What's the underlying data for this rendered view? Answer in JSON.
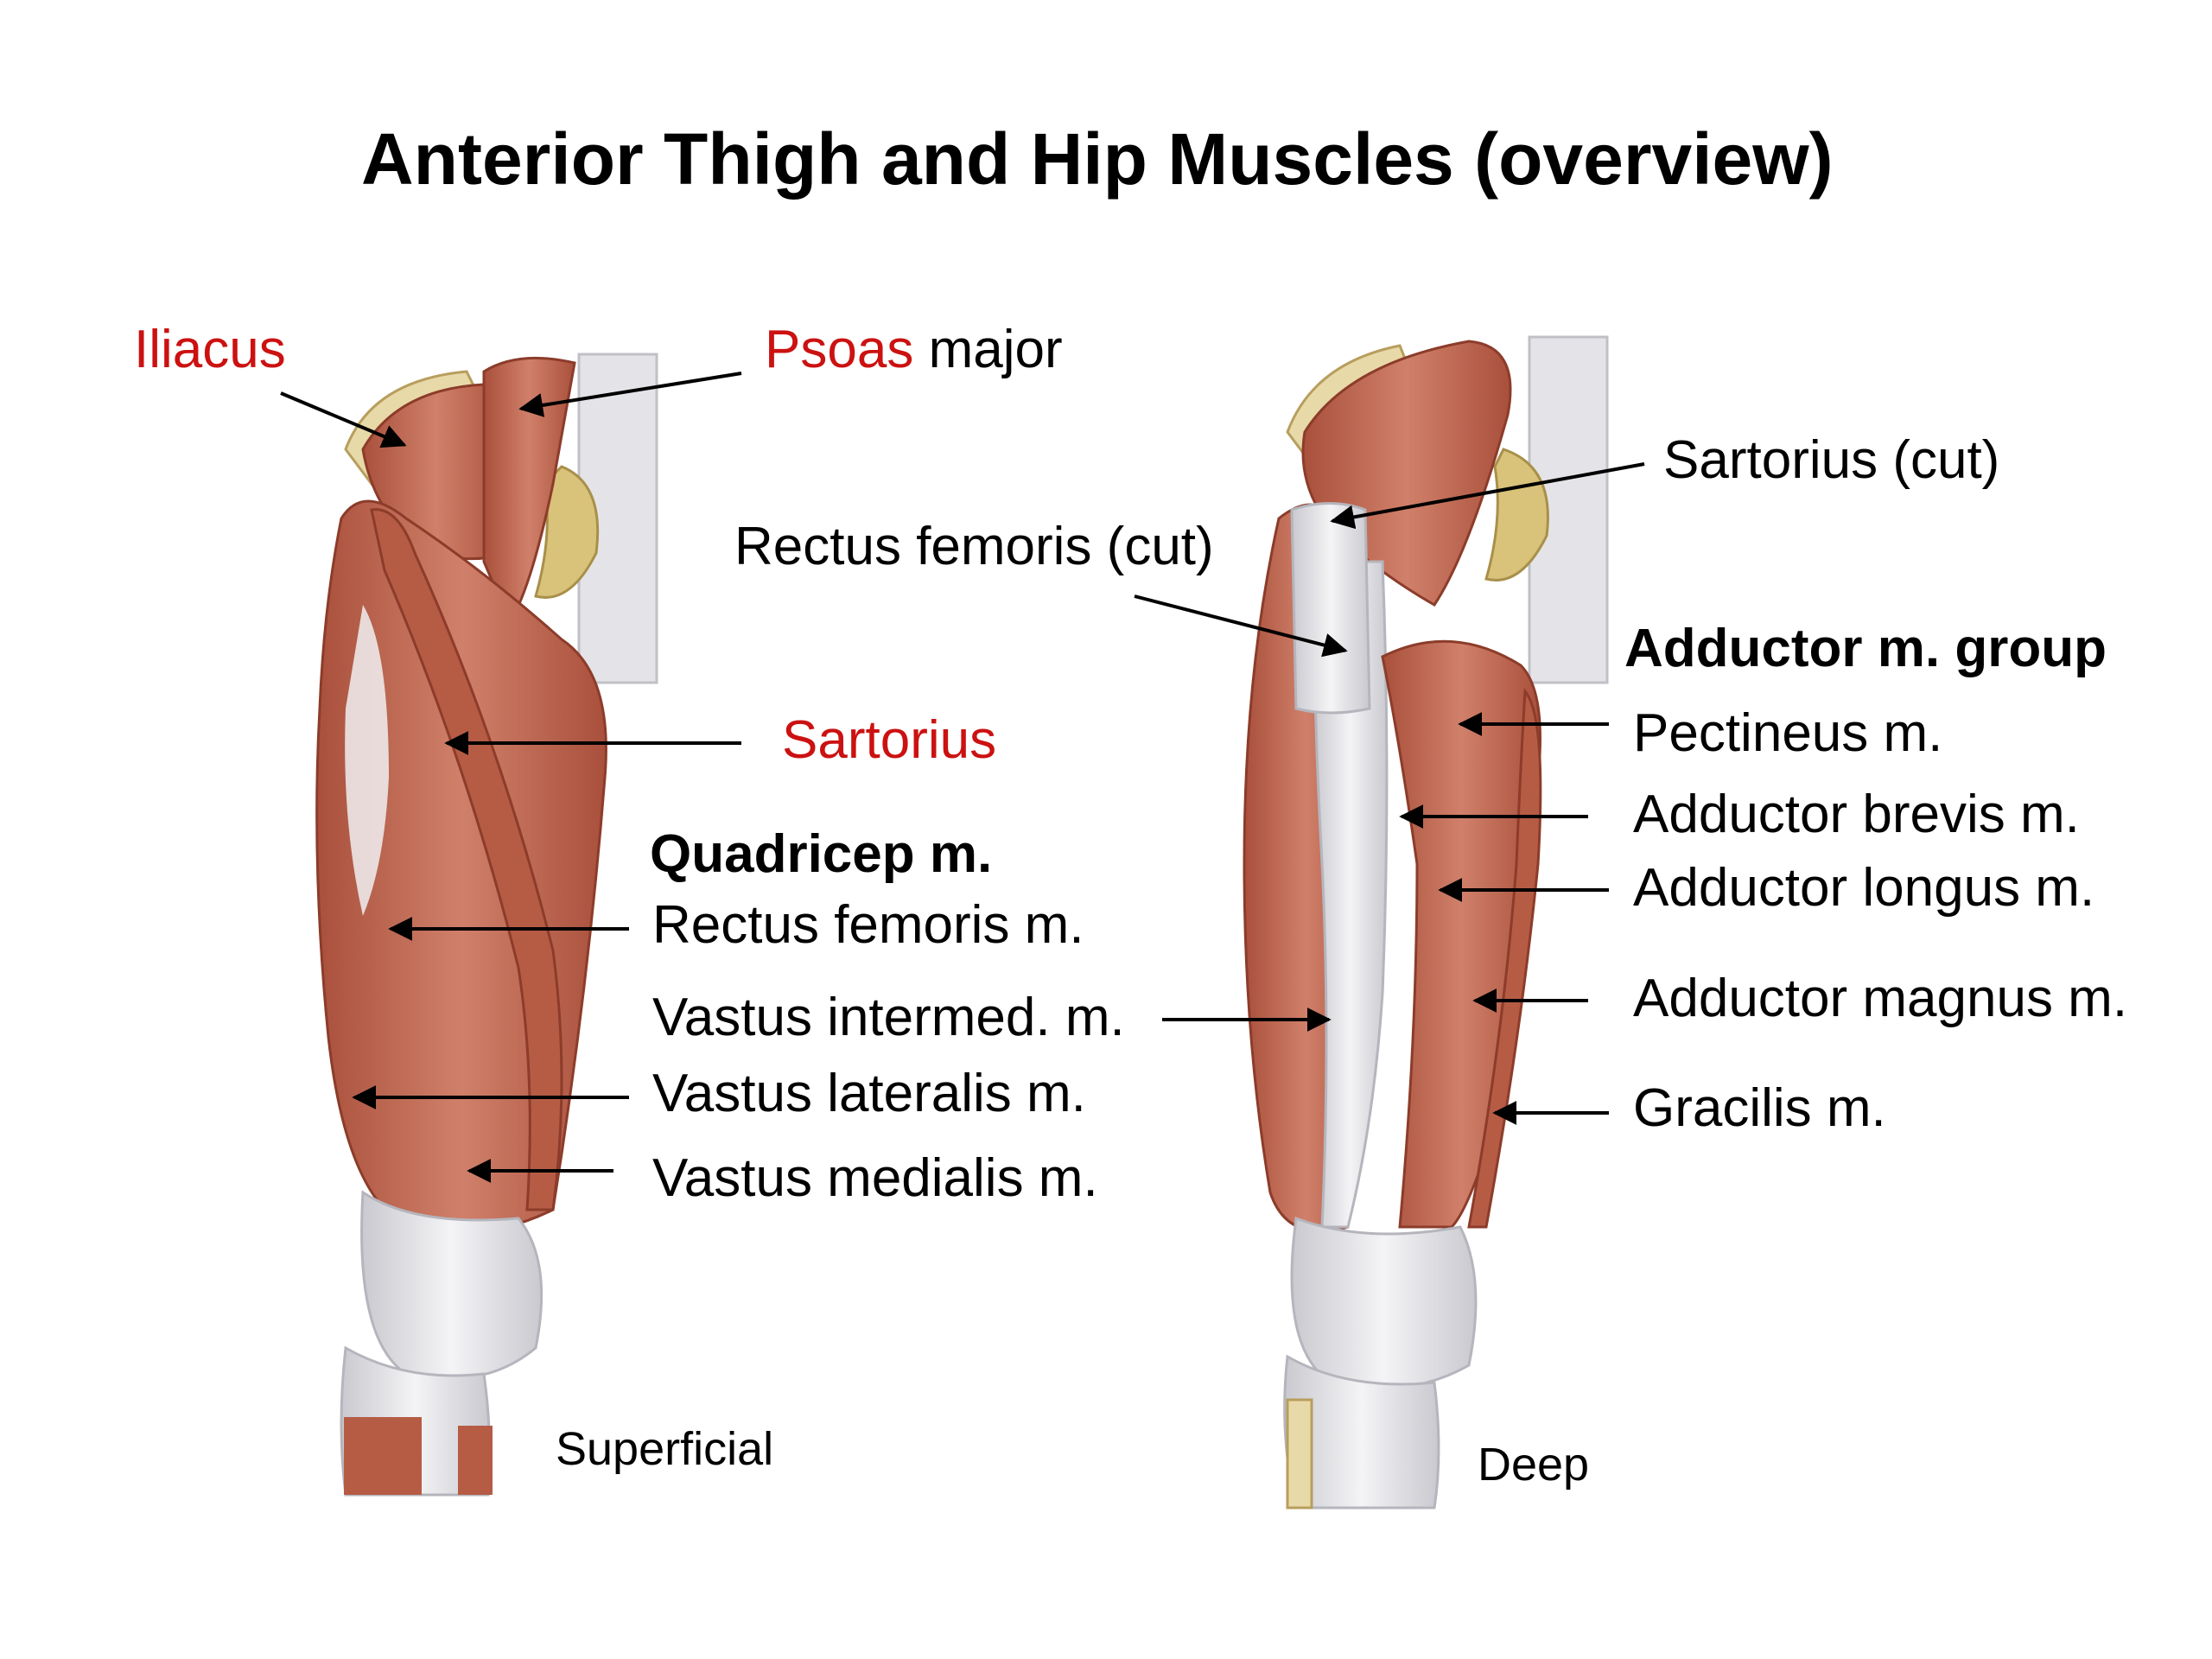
{
  "title": "Anterior Thigh and Hip Muscles (overview)",
  "colors": {
    "label_highlight": "#cc1111",
    "label_text": "#000000",
    "muscle": "#c8705a",
    "tendon": "#e6e6ea",
    "bone": "#e8d9a8"
  },
  "superficial": {
    "caption": "Superficial",
    "labels": {
      "iliacus": "Iliacus",
      "psoas_word": "Psoas",
      "major_word": "major",
      "sartorius": "Sartorius",
      "quadricep_heading": "Quadricep m.",
      "rectus_femoris": "Rectus femoris m.",
      "vastus_intermed": "Vastus intermed. m.",
      "vastus_lateralis": "Vastus lateralis m.",
      "vastus_medialis": "Vastus medialis m."
    }
  },
  "deep": {
    "caption": "Deep",
    "labels": {
      "sartorius_cut": "Sartorius (cut)",
      "rectus_femoris_cut": "Rectus femoris (cut)",
      "adductor_heading": "Adductor m. group",
      "pectineus": "Pectineus m.",
      "adductor_brevis": "Adductor brevis m.",
      "adductor_longus": "Adductor longus m.",
      "adductor_magnus": "Adductor magnus m.",
      "gracilis": "Gracilis m."
    }
  }
}
